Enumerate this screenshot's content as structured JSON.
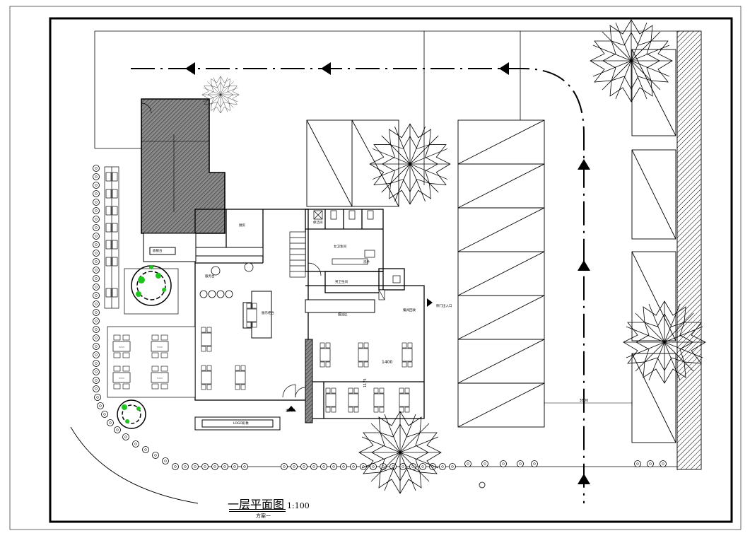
{
  "drawing": {
    "title": "一层平面图",
    "scale": "1:100",
    "subtitle": "方案一"
  },
  "labels": {
    "kitchen": "厨房",
    "front_counter": "收银台",
    "female_wc": "女卫生间",
    "male_wc": "男卫生间",
    "cleaning_room": "保洁间",
    "washroom": "洗手",
    "display_cabinet": "展示柜台",
    "dessert_zone": "甜品区",
    "dish_return": "餐具回收",
    "side_entrance": "侧门出入口",
    "service_desk": "服务台",
    "logo_wall": "LOGO形象",
    "dim_1400": "1400",
    "dim_1175": "1175",
    "dim_3800": "3800",
    "main_entrance": "主入口",
    "table_tag": "4人桌"
  },
  "colors": {
    "line": "#000000",
    "hatch": "#555555",
    "tree_green": "#1fc41f",
    "frame": "#000000"
  }
}
